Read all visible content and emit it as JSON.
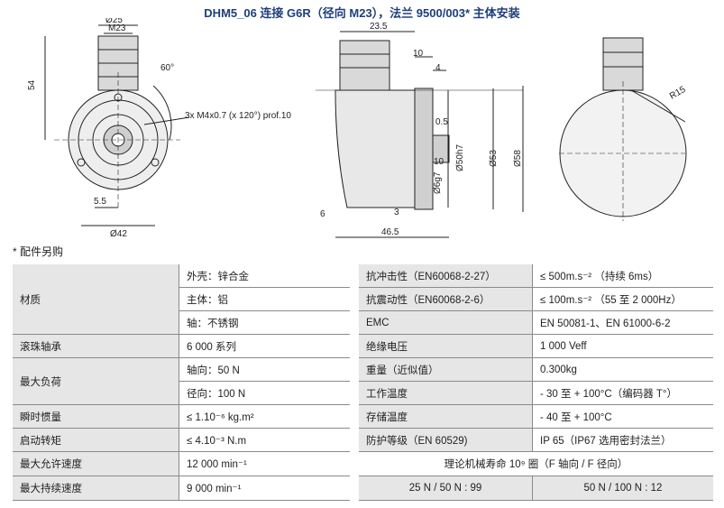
{
  "title": "DHM5_06 连接 G6R（径向 M23），法兰 9500/003* 主体安装",
  "drawing": {
    "labels": {
      "d25": "Ø25",
      "m23": "M23",
      "d54": "54",
      "angle": "60°",
      "screw": "3x M4x0.7 (x 120°) prof.10",
      "d55": "5.5",
      "d42": "Ø42",
      "d235": "23.5",
      "d10": "10",
      "d4": "4",
      "d05": "0.5",
      "d50": "Ø50h7",
      "d53": "Ø53",
      "d58": "Ø58",
      "d6g7": "Ø6g7",
      "d10b": "10",
      "d6": "6",
      "d3": "3",
      "d465": "46.5",
      "r15": "R15"
    }
  },
  "note": "* 配件另购",
  "left_table": {
    "rows": [
      {
        "label": "材质",
        "values": [
          "外壳：锌合金",
          "主体：铝",
          "轴：不锈钢"
        ]
      },
      {
        "label": "滚珠轴承",
        "values": [
          "6 000 系列"
        ]
      },
      {
        "label": "最大负荷",
        "values": [
          "轴向：50 N",
          "径向：100 N"
        ]
      },
      {
        "label": "瞬时惯量",
        "values": [
          "≤ 1.10⁻⁶ kg.m²"
        ]
      },
      {
        "label": "启动转矩",
        "values": [
          "≤ 4.10⁻³ N.m"
        ]
      },
      {
        "label": "最大允许速度",
        "values": [
          "12 000 min⁻¹"
        ]
      },
      {
        "label": "最大持续速度",
        "values": [
          "9 000 min⁻¹"
        ]
      }
    ]
  },
  "right_table": {
    "rows": [
      {
        "label": "抗冲击性（EN60068-2-27）",
        "value": "≤ 500m.s⁻² （持续 6ms）"
      },
      {
        "label": "抗震动性（EN60068-2-6）",
        "value": "≤ 100m.s⁻² （55 至 2 000Hz）"
      },
      {
        "label": "EMC",
        "value": "EN 50081-1、EN 61000-6-2"
      },
      {
        "label": "绝缘电压",
        "value": "1 000 Veff"
      },
      {
        "label": "重量（近似值）",
        "value": "0.300kg"
      },
      {
        "label": "工作温度",
        "value": "- 30 至 + 100°C（编码器 T°）"
      },
      {
        "label": "存储温度",
        "value": "- 40 至 + 100°C"
      },
      {
        "label": "防护等级（EN 60529)",
        "value": "IP 65（IP67 选用密封法兰）"
      }
    ],
    "life_header": "理论机械寿命 10⁹ 圈（F 轴向 / F 径向）",
    "life_values": [
      "25 N / 50 N : 99",
      "50 N / 100 N : 12"
    ]
  }
}
